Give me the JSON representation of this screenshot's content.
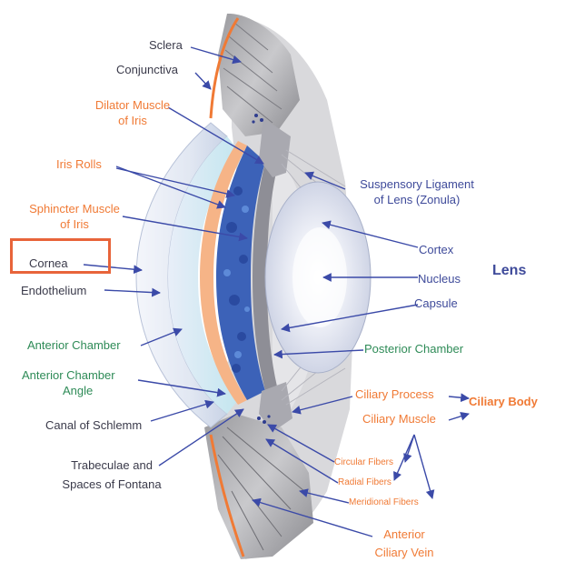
{
  "labels": {
    "sclera": "Sclera",
    "conjunctiva": "Conjunctiva",
    "dilator_1": "Dilator Muscle",
    "dilator_2": "of Iris",
    "iris_rolls": "Iris Rolls",
    "sphincter_1": "Sphincter Muscle",
    "sphincter_2": "of Iris",
    "cornea": "Cornea",
    "endothelium": "Endothelium",
    "anterior_chamber": "Anterior Chamber",
    "ac_angle_1": "Anterior Chamber",
    "ac_angle_2": "Angle",
    "schlemm": "Canal of Schlemm",
    "trabeculae_1": "Trabeculae and",
    "trabeculae_2": "Spaces of Fontana",
    "zonula_1": "Suspensory Ligament",
    "zonula_2": "of Lens (Zonula)",
    "cortex": "Cortex",
    "nucleus": "Nucleus",
    "lens": "Lens",
    "capsule": "Capsule",
    "posterior_chamber": "Posterior Chamber",
    "ciliary_process": "Ciliary Process",
    "ciliary_body": "Ciliary Body",
    "ciliary_muscle": "Ciliary Muscle",
    "circular_fibers": "Circular Fibers",
    "radial_fibers": "Radial Fibers",
    "meridional_fibers": "Meridional Fibers",
    "ciliary_vein_1": "Anterior",
    "ciliary_vein_2": "Ciliary Vein"
  },
  "colors": {
    "arrow": "#3b4aa8",
    "orange_label": "#f07a35",
    "green_label": "#2e8b57",
    "dark_label": "#3a3a4a",
    "blue_label": "#3e4a9a",
    "highlight_box": "#e8643a"
  }
}
